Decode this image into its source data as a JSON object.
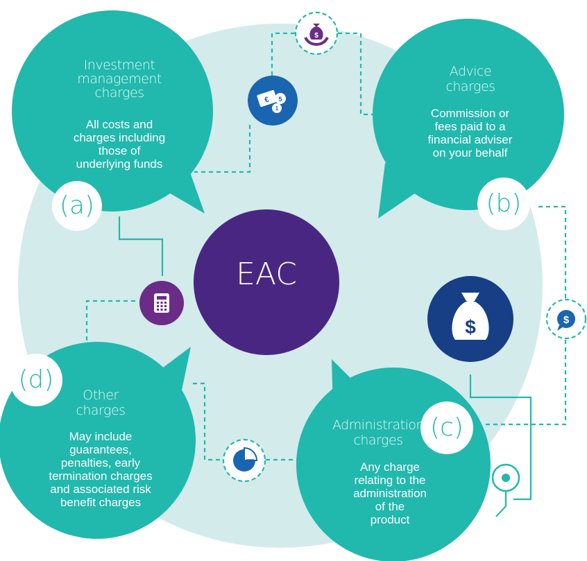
{
  "center": {
    "label": "EAC"
  },
  "sections": [
    {
      "letter": "(a)",
      "title_lines": [
        "Investment",
        "management",
        "charges"
      ],
      "body_lines": [
        "All costs and",
        "charges including",
        "those of",
        "underlying funds"
      ]
    },
    {
      "letter": "(b)",
      "title_lines": [
        "Advice",
        "charges"
      ],
      "body_lines": [
        "Commission or",
        "fees paid to a",
        "financial adviser",
        "on your behalf"
      ]
    },
    {
      "letter": "(c)",
      "title_lines": [
        "Administration",
        "charges"
      ],
      "body_lines": [
        "Any charge",
        "relating to the",
        "administration",
        "of the",
        "product"
      ]
    },
    {
      "letter": "(d)",
      "title_lines": [
        "Other",
        "charges"
      ],
      "body_lines": [
        "May include",
        "guarantees,",
        "penalties, early",
        "termination charges",
        "and associated risk",
        "benefit charges"
      ]
    }
  ],
  "icons": [
    {
      "name": "money-bag-laurel-icon",
      "glyph": "$"
    },
    {
      "name": "banknotes-coins-icon",
      "glyph": "€5"
    },
    {
      "name": "calculator-icon"
    },
    {
      "name": "money-bag-icon",
      "glyph": "$"
    },
    {
      "name": "dollar-speech-bubble-icon",
      "glyph": "$"
    },
    {
      "name": "pie-chart-icon"
    },
    {
      "name": "target-dot-icon"
    }
  ],
  "colors": {
    "background_circle": "#d3ebeb",
    "bubble_teal": "#21b8ad",
    "center_purple": "#4a2683",
    "icon_blue": "#1a65b0",
    "icon_navy": "#163f85",
    "calculator_purple": "#6b2c87"
  }
}
